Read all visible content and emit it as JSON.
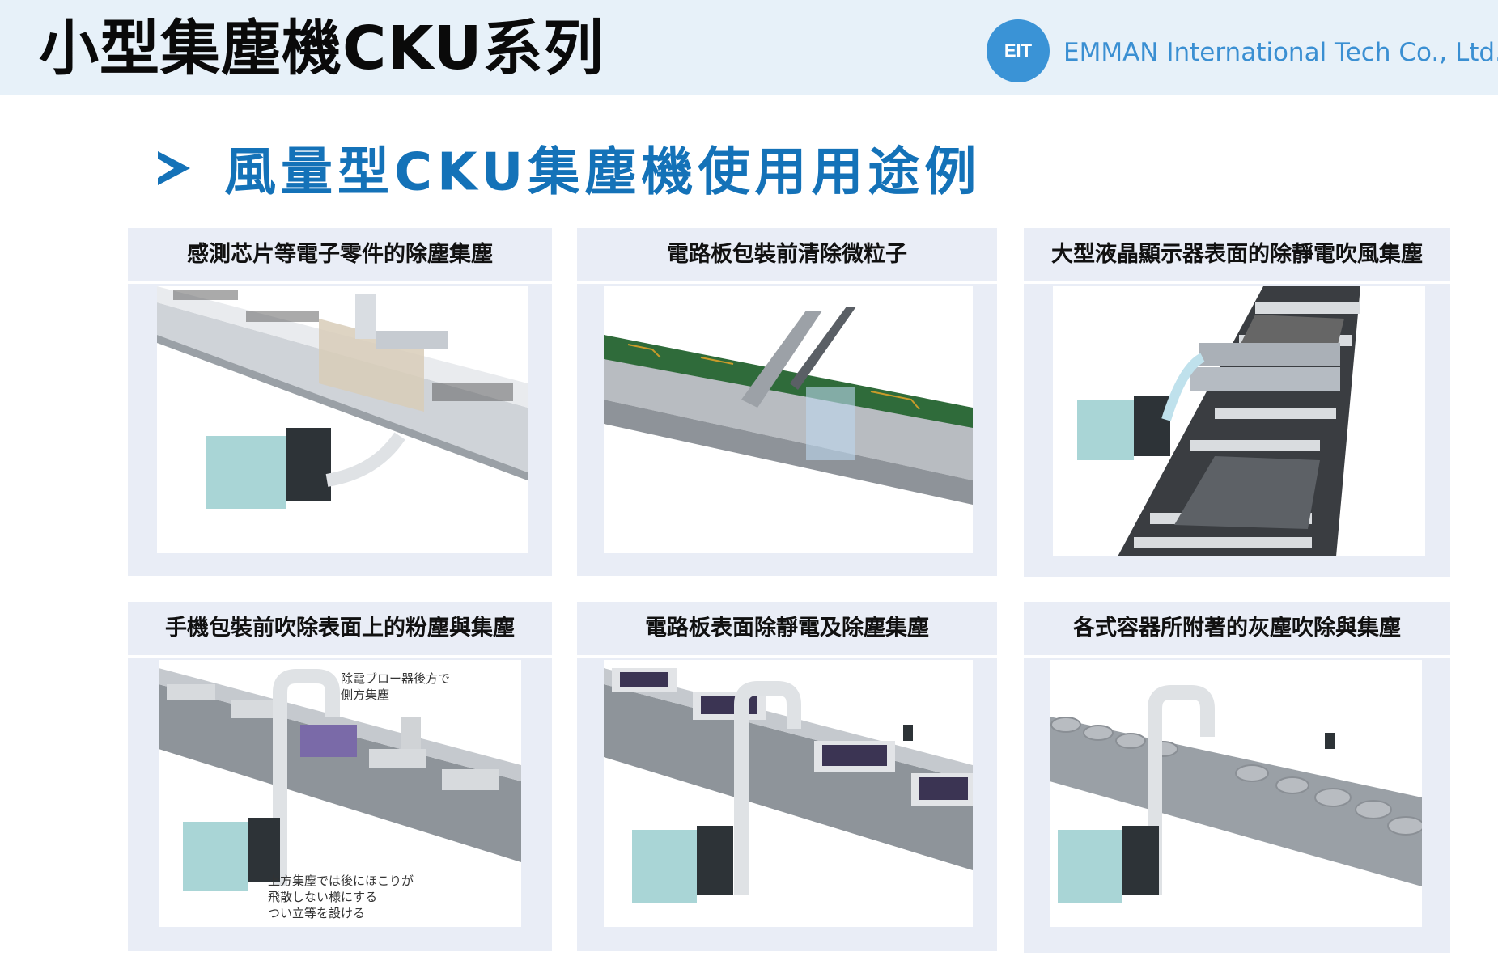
{
  "header": {
    "title": "小型集塵機CKU系列",
    "logo_text": "EIT",
    "company": "EMMAN International Tech Co., Ltd."
  },
  "section": {
    "title": "風量型CKU集塵機使用用途例"
  },
  "panels": [
    {
      "label": "感測芯片等電子零件的除塵集塵"
    },
    {
      "label": "電路板包裝前清除微粒子"
    },
    {
      "label": "大型液晶顯示器表面的除靜電吹風集塵"
    },
    {
      "label": "手機包裝前吹除表面上的粉塵與集塵",
      "notes": [
        "除電ブロー器後方で",
        "側方集塵",
        "上方集塵では後にほこりが",
        "飛散しない様にする",
        "つい立等を設ける"
      ]
    },
    {
      "label": "電路板表面除靜電及除塵集塵"
    },
    {
      "label": "各式容器所附著的灰塵吹除與集塵"
    }
  ],
  "colors": {
    "header_bg": "#e7f1f9",
    "title_blue": "#1472b8",
    "logo_blue": "#3a93d6",
    "panel_bg": "#e9edf6"
  }
}
